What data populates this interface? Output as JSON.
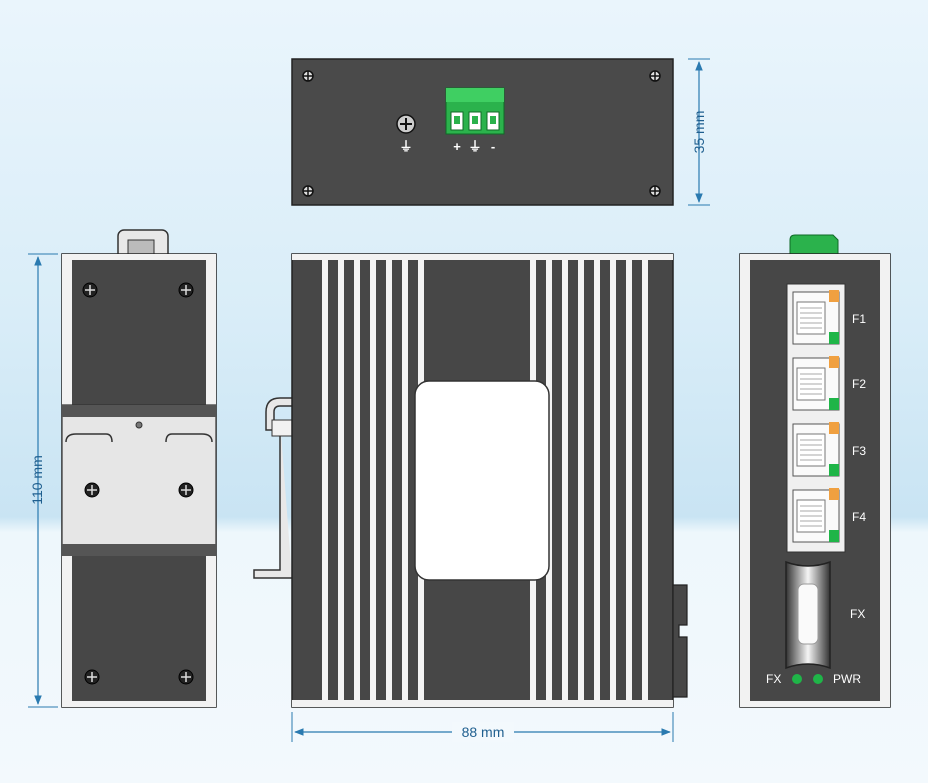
{
  "dimensions": {
    "depth": "35 mm",
    "height": "110 mm",
    "width": "88 mm"
  },
  "top_view": {
    "terminal_symbols": [
      "+",
      "⏚",
      "-"
    ],
    "ground_symbol": "⏚"
  },
  "front_panel": {
    "ports": [
      "F1",
      "F2",
      "F3",
      "F4"
    ],
    "fiber_label": "FX",
    "led_labels": {
      "left": "FX",
      "right": "PWR"
    }
  },
  "colors": {
    "housing": "#4a4a4a",
    "terminal_green": "#2bb24c",
    "led_green": "#1fb548",
    "port_amber": "#f0a040",
    "dimension_line": "#2a7ab0"
  }
}
